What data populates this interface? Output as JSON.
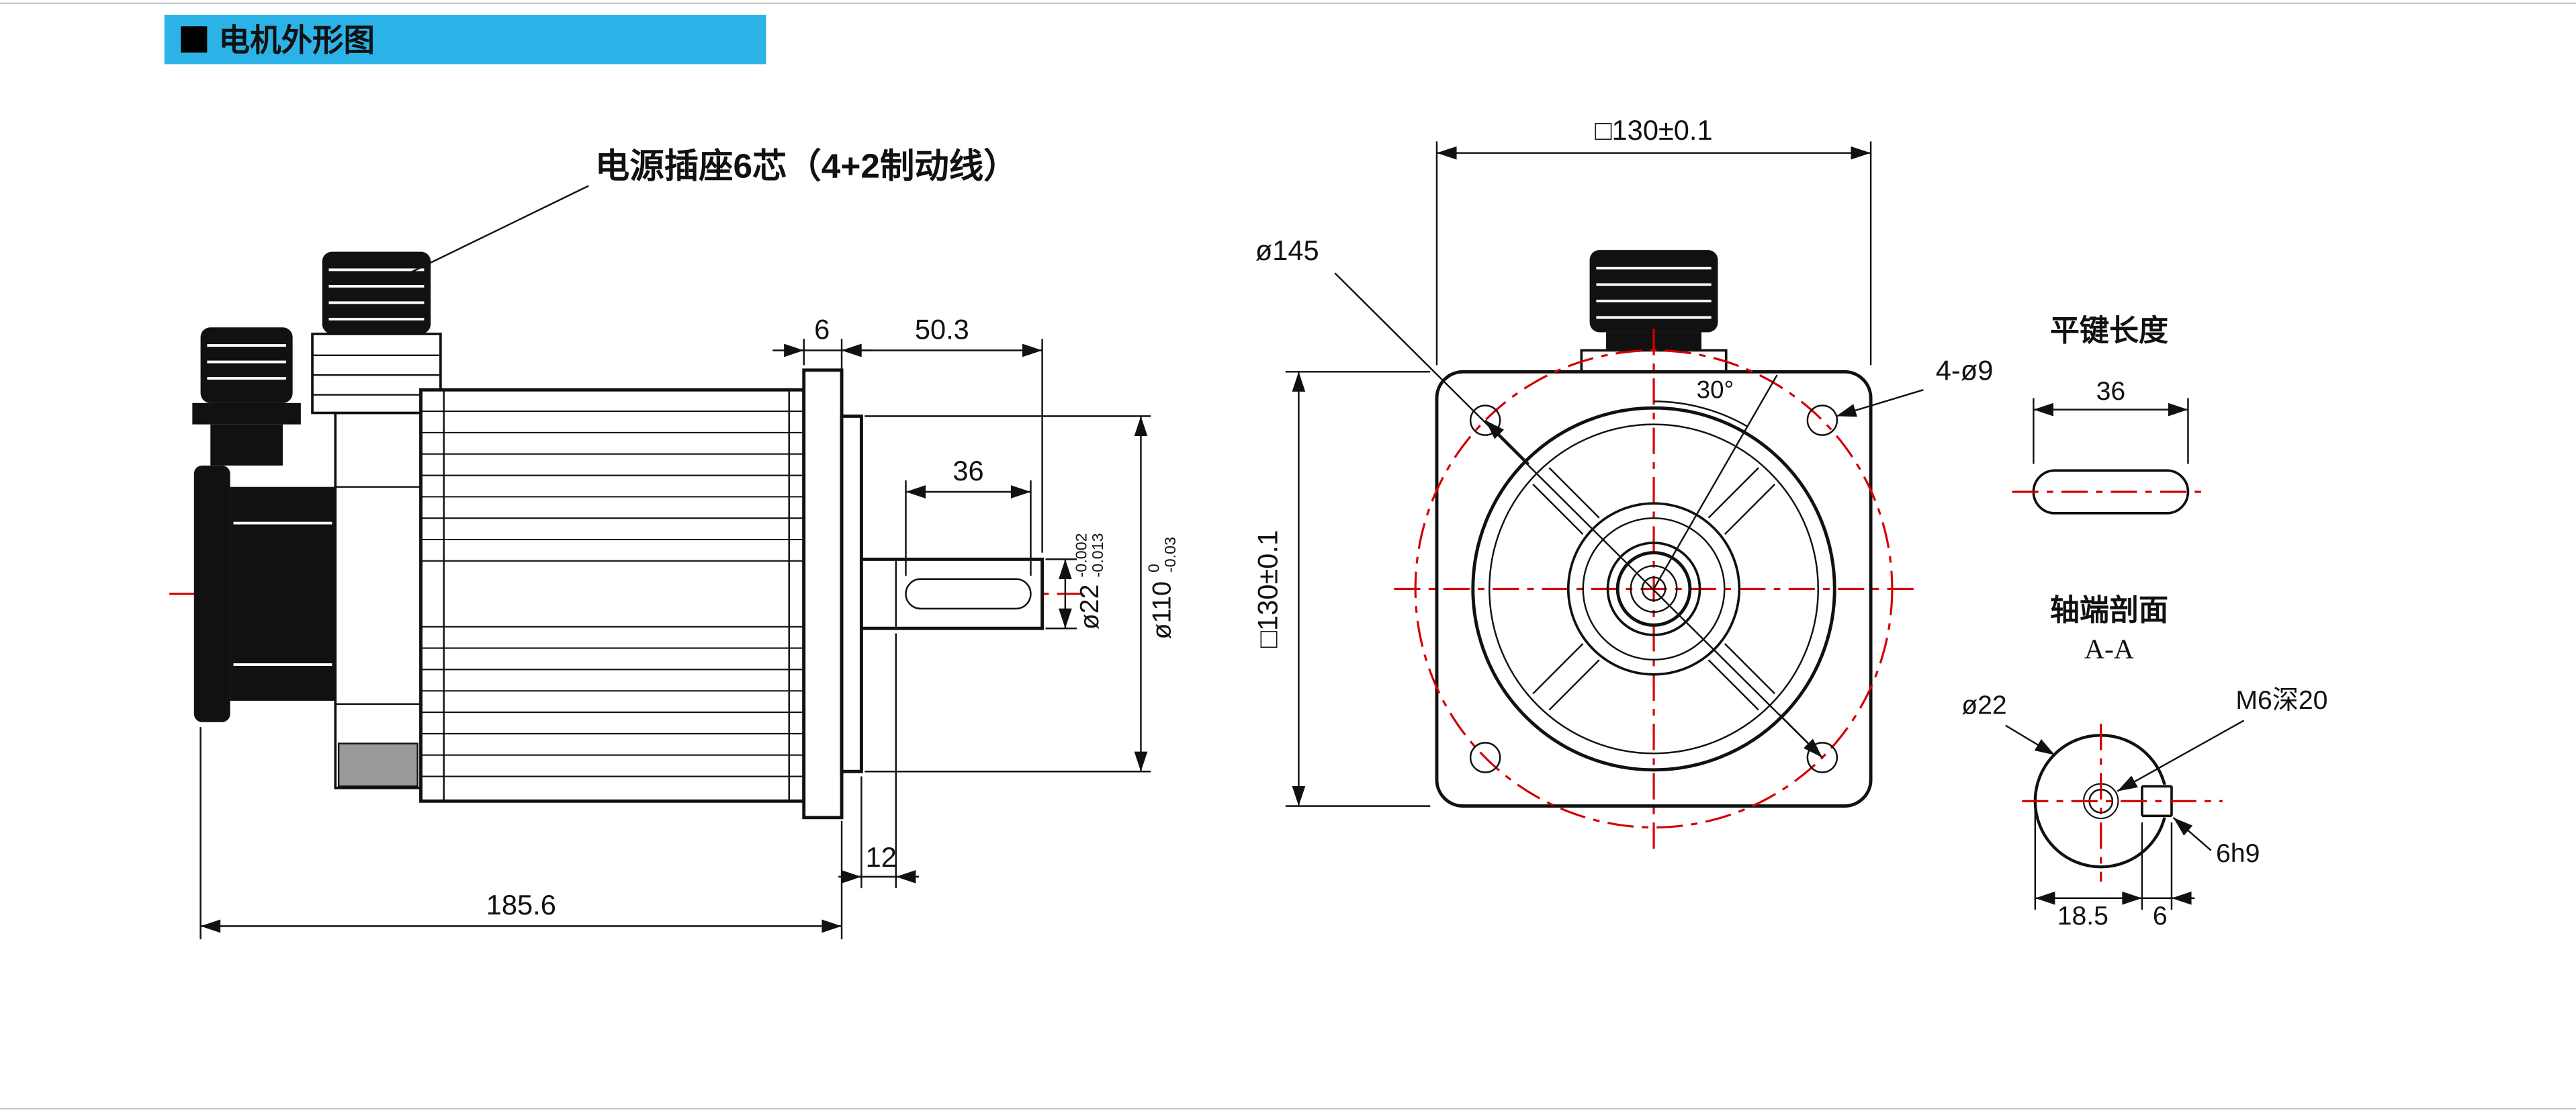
{
  "header": {
    "title": "电机外形图"
  },
  "colors": {
    "accent": "#2bb3e8",
    "line": "#111111",
    "centerline": "#d40000"
  },
  "side_view": {
    "connector_label": "电源插座6芯（4+2制动线）",
    "dims": {
      "flange_thickness": "6",
      "shaft_length": "50.3",
      "key_length": "36",
      "step_length": "12",
      "total_length": "185.6",
      "shaft_dia": "ø22",
      "shaft_dia_tol_upper": "-0.002",
      "shaft_dia_tol_lower": "-0.013",
      "spigot_dia": "ø110",
      "spigot_dia_tol_upper": "0",
      "spigot_dia_tol_lower": "-0.03"
    }
  },
  "front_view": {
    "dims": {
      "width": "□130±0.1",
      "height": "□130±0.1",
      "pitch_circle_dia": "ø145",
      "mounting_holes": "4-ø9",
      "hole_angle": "30°"
    }
  },
  "key_view": {
    "title": "平键长度",
    "key_length": "36"
  },
  "section_view": {
    "title": "轴端剖面",
    "section_label": "A-A",
    "shaft_dia": "ø22",
    "tapped_hole": "M6深20",
    "keyway_width": "6h9",
    "keyway_offset": "18.5",
    "keyway_depth": "6"
  }
}
